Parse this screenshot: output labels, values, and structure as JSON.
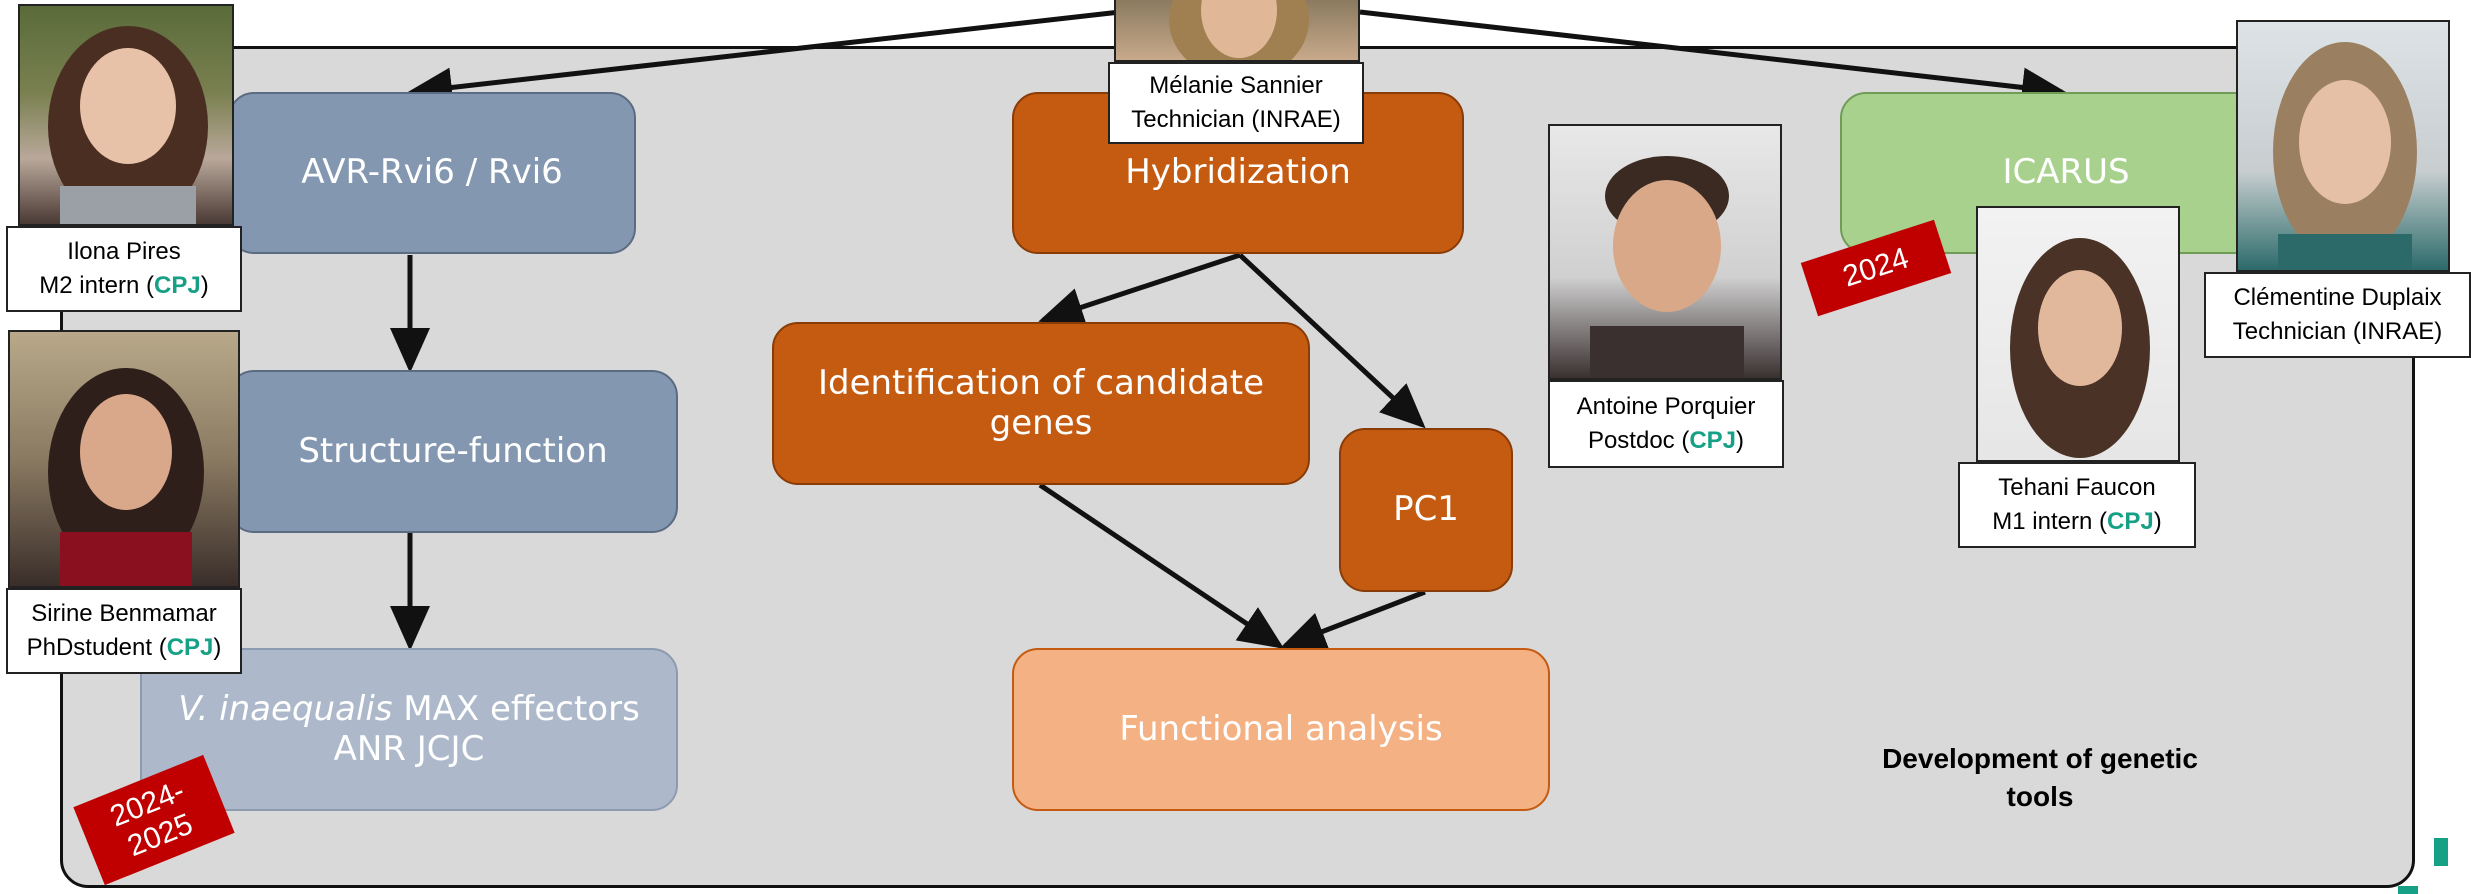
{
  "colors": {
    "panel": "#d9d9d9",
    "blue_box": "#8497b0",
    "light_blue_box": "#adb9ca",
    "orange_box": "#c55a11",
    "peach_box": "#f4b183",
    "green_box": "#a9d18e",
    "ribbon": "#c00000",
    "cpj": "#16a085"
  },
  "boxes": {
    "avr": "AVR-Rvi6 / Rvi6",
    "structure": "Structure-function",
    "vinaequalis_italic": "V. inaequalis",
    "vinaequalis_rest": " MAX effectors",
    "anr": "ANR JCJC",
    "hybridization": "Hybridization",
    "candidate": "Identification of candidate genes",
    "pc1": "PC1",
    "functional": "Functional analysis",
    "icarus": "ICARUS"
  },
  "people": {
    "ilona": {
      "name": "Ilona Pires",
      "role": "M2 intern (",
      "org": "CPJ",
      "close": ")"
    },
    "sirine": {
      "name": "Sirine Benmamar",
      "role": "PhDstudent (",
      "org": "CPJ",
      "close": ")"
    },
    "melanie": {
      "name": "Mélanie Sannier",
      "role": "Technician (INRAE)"
    },
    "antoine": {
      "name": "Antoine Porquier",
      "role": "Postdoc (",
      "org": "CPJ",
      "close": ")"
    },
    "tehani": {
      "name": "Tehani Faucon",
      "role": "M1 intern (",
      "org": "CPJ",
      "close": ")"
    },
    "clementine": {
      "name": "Clémentine Duplaix",
      "role": "Technician (INRAE)"
    }
  },
  "ribbons": {
    "left": "2024-\n2025",
    "right": "2024"
  },
  "dev_tools": "Development of genetic tools"
}
